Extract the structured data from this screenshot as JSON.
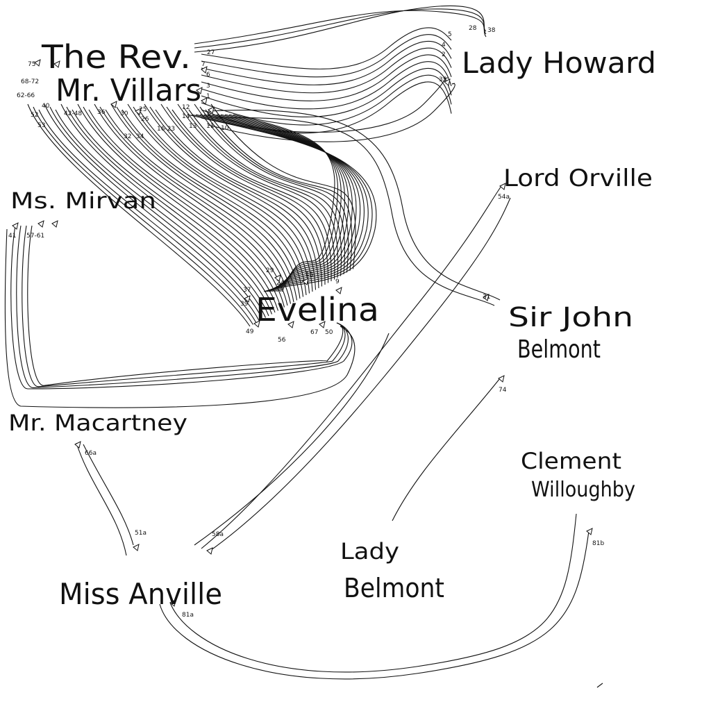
{
  "characters": {
    "villars_1": "The Rev.",
    "villars_2": "Mr. Villars",
    "howard": "Lady Howard",
    "orville": "Lord Orville",
    "mirvan": "Ms. Mirvan",
    "evelina": "Evelina",
    "belmont_1": "Sir John",
    "belmont_2": "Belmont",
    "macartney": "Mr. Macartney",
    "willoughby_1": "Clement",
    "willoughby_2": "Willoughby",
    "lady_belmont_1": "Lady",
    "lady_belmont_2": "Belmont",
    "anville": "Miss Anville"
  },
  "letter_labels": [
    "75",
    "68-72",
    "62-66",
    "40",
    "52",
    "53",
    "42-48",
    "36",
    "30",
    "32",
    "34",
    "25",
    "26",
    "16-23",
    "14",
    "13",
    "12",
    "11",
    "10",
    "8",
    "1",
    "3",
    "6",
    "7",
    "27",
    "5",
    "4",
    "2",
    "28",
    "38",
    "35",
    "41",
    "57-61",
    "54a",
    "31",
    "74",
    "66a",
    "51a",
    "58a",
    "81a",
    "81b",
    "9",
    "15",
    "24",
    "29",
    "37",
    "39",
    "49",
    "56",
    "67",
    "50"
  ],
  "colors": {
    "ink": "#111111",
    "background": "#ffffff"
  }
}
